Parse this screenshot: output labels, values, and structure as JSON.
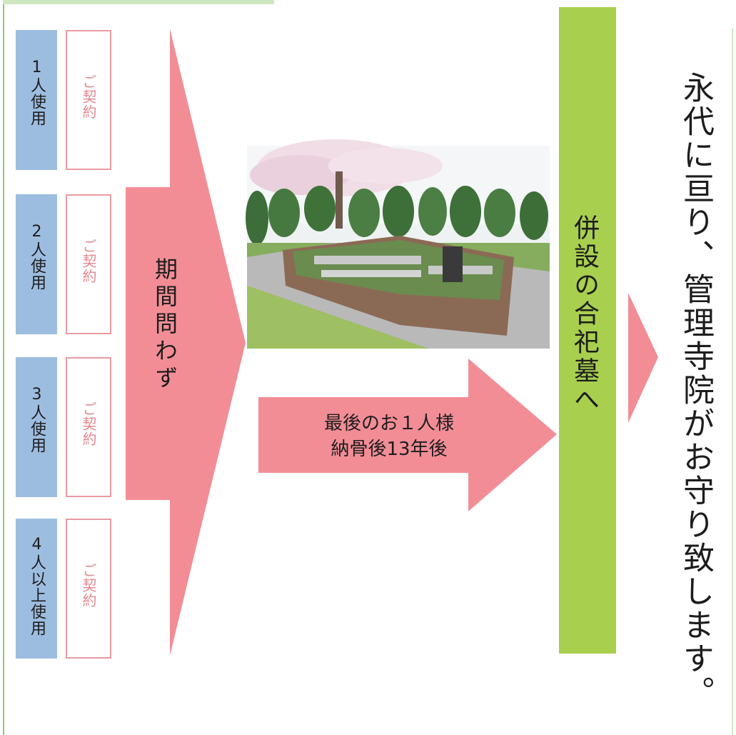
{
  "plans": [
    {
      "label": "1人使用",
      "contract": "ご契約"
    },
    {
      "label": "2人使用",
      "contract": "ご契約"
    },
    {
      "label": "3人使用",
      "contract": "ご契約"
    },
    {
      "label": "4人以上使用",
      "contract": "ご契約"
    }
  ],
  "big_arrow_label": "期間問わず",
  "right_arrow_label": {
    "line1": "最後のお１人様",
    "line2": "納骨後13年後"
  },
  "green_bar_label": "併設の合祀墓へ",
  "closing_message": "永代に亘り、管理寺院がお守り致します。",
  "colors": {
    "plan_box": "#9dbde0",
    "contract_border": "#e89aa2",
    "arrow_pink": "#f28d96",
    "green_bar": "#a9cf4e"
  }
}
